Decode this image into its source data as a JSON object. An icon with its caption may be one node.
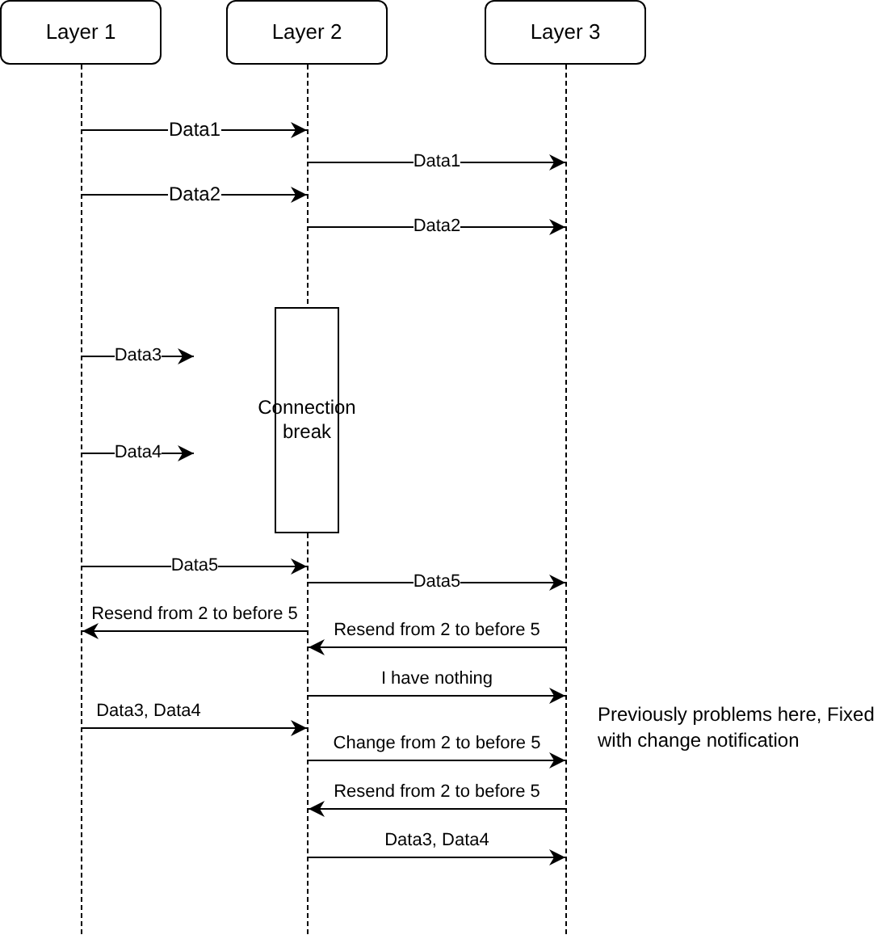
{
  "diagram": {
    "nodes": [
      {
        "text": [
          "Layer 1"
        ]
      },
      {
        "text": [
          "Layer 2"
        ]
      },
      {
        "text": [
          "Layer 3"
        ]
      },
      {
        "text": [],
        "shape": "line"
      },
      {
        "text": [],
        "shape": "line"
      },
      {
        "text": [],
        "shape": "line"
      },
      {
        "text": [
          "Connection break"
        ]
      }
    ],
    "edges": [
      {
        "from": 3,
        "to": 4,
        "arrow": "to",
        "label": "Data1"
      },
      {
        "from": 4,
        "to": 5,
        "arrow": "to",
        "label": "Data1"
      },
      {
        "from": 3,
        "to": 4,
        "arrow": "to",
        "label": "Data2"
      },
      {
        "from": 4,
        "to": 5,
        "arrow": "to",
        "label": "Data2"
      },
      {
        "from": 3,
        "to": null,
        "arrow": "to",
        "label": "Data3"
      },
      {
        "from": 3,
        "to": null,
        "arrow": "to",
        "label": "Data4"
      },
      {
        "from": 3,
        "to": 4,
        "arrow": "to",
        "label": "Data5"
      },
      {
        "from": 4,
        "to": 5,
        "arrow": "to",
        "label": "Data5"
      },
      {
        "from": 4,
        "to": 3,
        "arrow": "to",
        "label": "Resend from 2 to before 5"
      },
      {
        "from": 5,
        "to": 4,
        "arrow": "to",
        "label": "Resend from 2 to before 5"
      },
      {
        "from": 4,
        "to": 5,
        "arrow": "to",
        "label": "I have nothing"
      },
      {
        "from": 3,
        "to": 4,
        "arrow": "to",
        "label": "Data3, Data4"
      },
      {
        "from": 4,
        "to": 5,
        "arrow": "to",
        "label": "Change from 2 to before 5"
      },
      {
        "from": 5,
        "to": 4,
        "arrow": "to",
        "label": "Resend from 2 to before 5"
      },
      {
        "from": 4,
        "to": 5,
        "arrow": "to",
        "label": "Data3, Data4"
      }
    ],
    "labels": [
      "Previously problems here, Fixed with change notification"
    ]
  }
}
